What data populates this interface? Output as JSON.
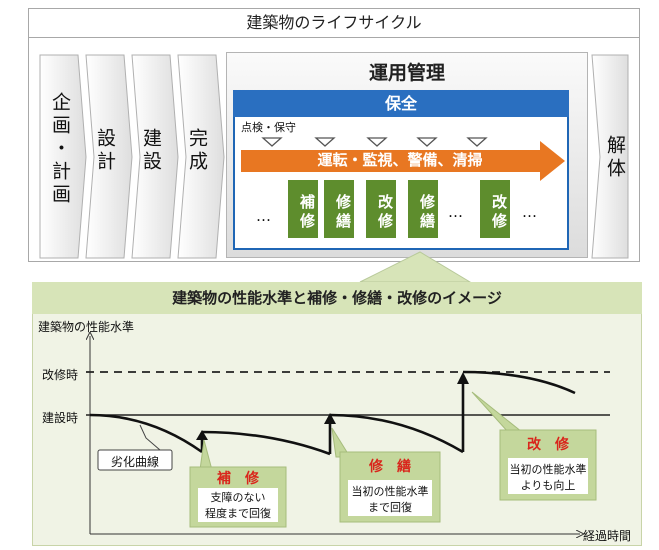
{
  "lifecycle": {
    "title": "建築物のライフサイクル",
    "stages": [
      "企画・計画",
      "設計",
      "建設",
      "完成"
    ],
    "final_stage": "解体",
    "operation": {
      "title": "運用管理",
      "maintenance_title": "保全",
      "inspection_label": "点検・保守",
      "arrow_text": "運転・監視、警備、清掃",
      "boxes": [
        "補修",
        "修繕",
        "改修",
        "修繕",
        "改修"
      ],
      "ellipsis": "…"
    }
  },
  "chart": {
    "title": "建築物の性能水準と補修・修繕・改修のイメージ",
    "ylabel": "建築物の性能水準",
    "xlabel": "経過時間",
    "level_renovated": "改修時",
    "level_built": "建設時",
    "deterioration_label": "劣化曲線",
    "callouts": [
      {
        "title": "補　修",
        "text1": "支障のない",
        "text2": "程度まで回復"
      },
      {
        "title": "修　繕",
        "text1": "当初の性能水準",
        "text2": "まで回復"
      },
      {
        "title": "改　修",
        "text1": "当初の性能水準",
        "text2": "よりも向上"
      }
    ]
  },
  "colors": {
    "blue": "#2a6fc0",
    "orange": "#e87722",
    "green": "#5e8d2d",
    "callout_red": "#d9261c"
  }
}
